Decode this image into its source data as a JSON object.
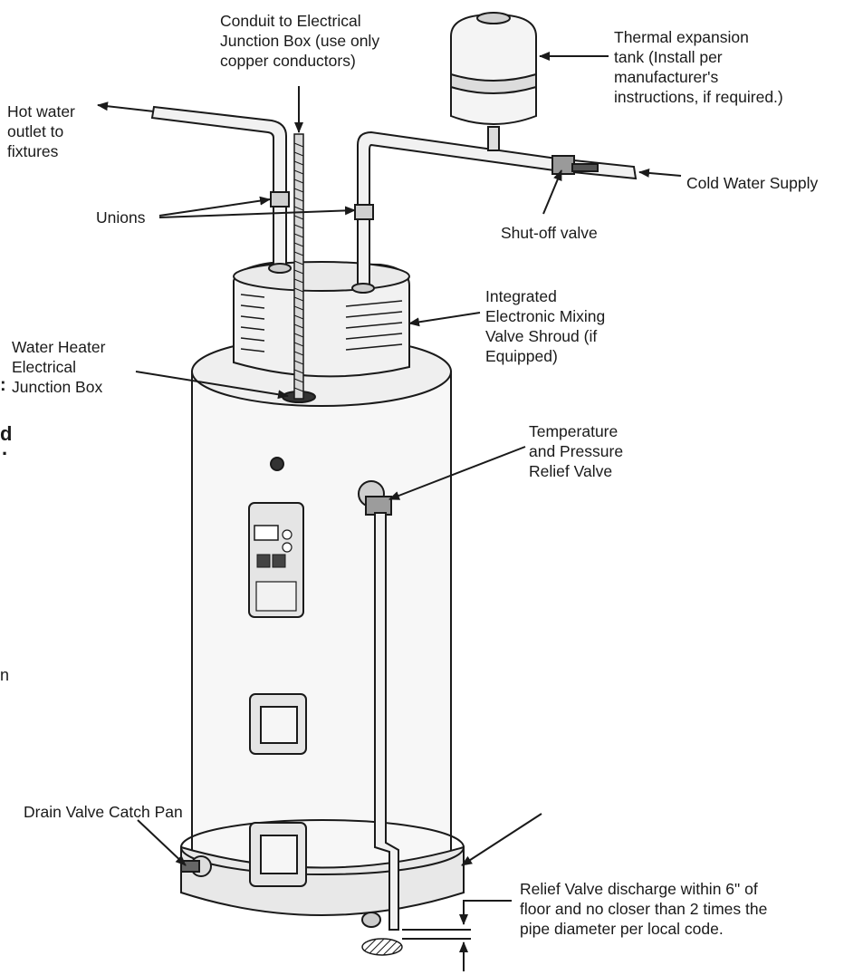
{
  "labels": {
    "conduit": "Conduit to Electrical\nJunction Box (use only\ncopper conductors)",
    "thermal_tank": "Thermal expansion\ntank (Install per\nmanufacturer's\ninstructions, if required.)",
    "hot_water": "Hot water\noutlet to\nfixtures",
    "cold_water": "Cold Water Supply",
    "unions": "Unions",
    "shutoff": "Shut-off valve",
    "mixing_shroud": "Integrated\nElectronic Mixing\nValve Shroud (if\nEquipped)",
    "junction_box": "Water Heater\nElectrical\nJunction Box",
    "tp_valve": "Temperature\nand Pressure\nRelief Valve",
    "drain_pan": "Drain Valve Catch Pan",
    "relief_discharge": "Relief Valve discharge within 6\" of\nfloor and no closer than 2 times the\npipe diameter per local code."
  },
  "edge_fragments": {
    "a": ":",
    "b": "d",
    "c": ".",
    "d": "n"
  },
  "colors": {
    "line": "#1a1a1a",
    "fill_light": "#f4f4f4",
    "fill_mid": "#e2e2e2",
    "fill_dark": "#555555"
  }
}
